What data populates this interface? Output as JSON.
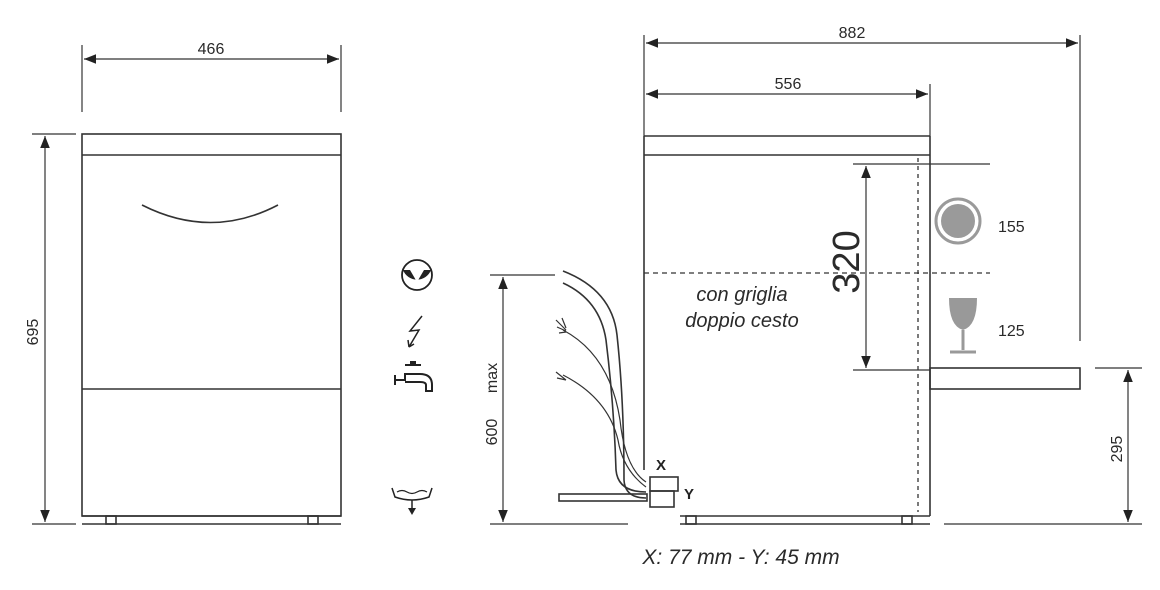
{
  "front_view": {
    "width_label": "466",
    "height_label": "695"
  },
  "side_view": {
    "depth_total_label": "882",
    "depth_body_label": "556",
    "rack_height_label": "320",
    "plate_size_label": "155",
    "glass_size_label": "125",
    "rack_note_line1": "con griglia",
    "rack_note_line2": "doppio cesto",
    "connection_height_label": "600",
    "connection_height_suffix": "max",
    "open_door_height_label": "295",
    "x_label": "X",
    "y_label": "Y"
  },
  "footer": {
    "offsets_text": "X: 77 mm - Y: 45 mm"
  },
  "icons": [
    "drain-pump-icon",
    "electric-icon",
    "water-tap-icon",
    "water-drain-icon",
    "plate-icon",
    "glass-icon"
  ],
  "colors": {
    "line": "#333333",
    "plate": "#9a9a9a",
    "glass": "#999999"
  }
}
